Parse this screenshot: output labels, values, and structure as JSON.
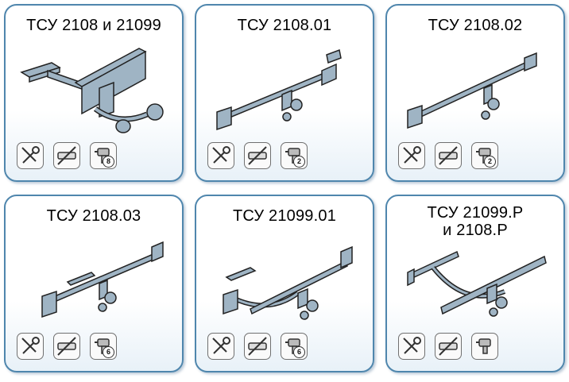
{
  "cards": [
    {
      "title_lines": [
        "ТСУ 2108 и 21099"
      ],
      "drill_count": "8"
    },
    {
      "title_lines": [
        "ТСУ 2108.01"
      ],
      "drill_count": "2"
    },
    {
      "title_lines": [
        "ТСУ 2108.02"
      ],
      "drill_count": "2"
    },
    {
      "title_lines": [
        "ТСУ 2108.03"
      ],
      "drill_count": "6"
    },
    {
      "title_lines": [
        "ТСУ 21099.01"
      ],
      "drill_count": "6"
    },
    {
      "title_lines": [
        "ТСУ 21099.Р",
        "и 2108.Р"
      ],
      "drill_count": ""
    }
  ],
  "icon_names": [
    "wrench-icon",
    "no-cutting-icon",
    "drill-icon"
  ]
}
